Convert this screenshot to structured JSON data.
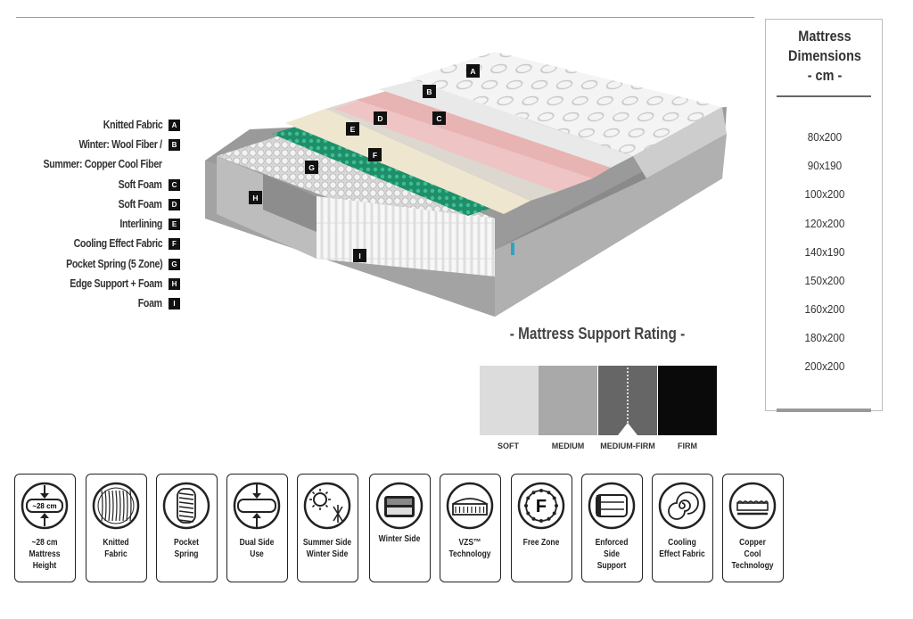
{
  "legend": [
    {
      "text": "Knitted Fabric",
      "letter": "A"
    },
    {
      "text": "Winter: Wool Fiber /",
      "letter": "B"
    },
    {
      "text": "Summer: Copper Cool Fiber",
      "letter": ""
    },
    {
      "text": "Soft Foam",
      "letter": "C"
    },
    {
      "text": "Soft Foam",
      "letter": "D"
    },
    {
      "text": "Interlining",
      "letter": "E"
    },
    {
      "text": "Cooling Effect Fabric",
      "letter": "F"
    },
    {
      "text": "Pocket Spring (5 Zone)",
      "letter": "G"
    },
    {
      "text": "Edge Support + Foam",
      "letter": "H"
    },
    {
      "text": "Foam",
      "letter": "I"
    }
  ],
  "diagram_labels": [
    "A",
    "B",
    "C",
    "D",
    "E",
    "F",
    "G",
    "H",
    "I"
  ],
  "dimensions": {
    "title_line1": "Mattress",
    "title_line2": "Dimensions",
    "title_line3": "- cm -",
    "sizes": [
      "80x200",
      "90x190",
      "100x200",
      "120x200",
      "140x190",
      "150x200",
      "160x200",
      "180x200",
      "200x200"
    ]
  },
  "support_rating": {
    "title": "- Mattress Support Rating -",
    "levels": [
      {
        "label": "SOFT",
        "color": "#dcdcdc"
      },
      {
        "label": "MEDIUM",
        "color": "#a9a9a9"
      },
      {
        "label": "MEDIUM-FIRM",
        "color": "#666666",
        "selected": true
      },
      {
        "label": "FIRM",
        "color": "#0a0a0a"
      }
    ]
  },
  "features": [
    {
      "icon": "height-icon",
      "label": "~28 cm\nMattress\nHeight",
      "badge": "~28 cm"
    },
    {
      "icon": "knitted-fabric-icon",
      "label": "Knitted\nFabric"
    },
    {
      "icon": "pocket-spring-icon",
      "label": "Pocket\nSpring"
    },
    {
      "icon": "dual-side-icon",
      "label": "Dual Side\nUse"
    },
    {
      "icon": "summer-winter-icon",
      "label": "Summer Side\nWinter Side"
    },
    {
      "icon": "winter-side-icon",
      "label": "Winter Side"
    },
    {
      "icon": "vzs-technology-icon",
      "label": "VZS™\nTechnology"
    },
    {
      "icon": "free-zone-icon",
      "label": "Free Zone",
      "badge": "F"
    },
    {
      "icon": "enforced-side-support-icon",
      "label": "Enforced Side\nSupport"
    },
    {
      "icon": "cooling-effect-icon",
      "label": "Cooling\nEffect Fabric"
    },
    {
      "icon": "copper-cool-icon",
      "label": "Copper\nCool\nTechnology"
    }
  ]
}
